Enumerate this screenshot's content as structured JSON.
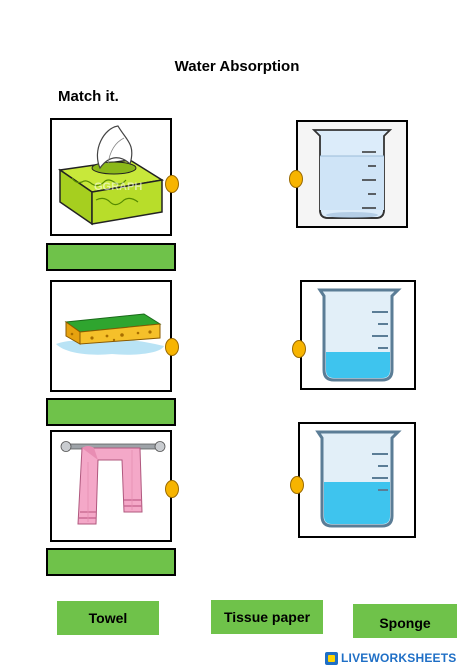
{
  "worksheet": {
    "title": "Water Absorption",
    "instruction": "Match it."
  },
  "items": [
    {
      "name": "tissue-box",
      "watermark": "GGRAPH"
    },
    {
      "name": "sponge"
    },
    {
      "name": "towel"
    }
  ],
  "beakers": [
    {
      "name": "low-water-beaker",
      "fill_level": 0.0
    },
    {
      "name": "small-water-beaker",
      "fill_level": 0.25
    },
    {
      "name": "high-water-beaker",
      "fill_level": 0.45
    }
  ],
  "word_bank": [
    "Towel",
    "Tissue paper",
    "Sponge"
  ],
  "footer": {
    "brand": "LIVEWORKSHEETS"
  },
  "colors": {
    "answer_green": "#6fc24a",
    "connector_dot": "#f7b400",
    "water": "#3ec4ee",
    "brand_blue": "#1f6fc6"
  }
}
